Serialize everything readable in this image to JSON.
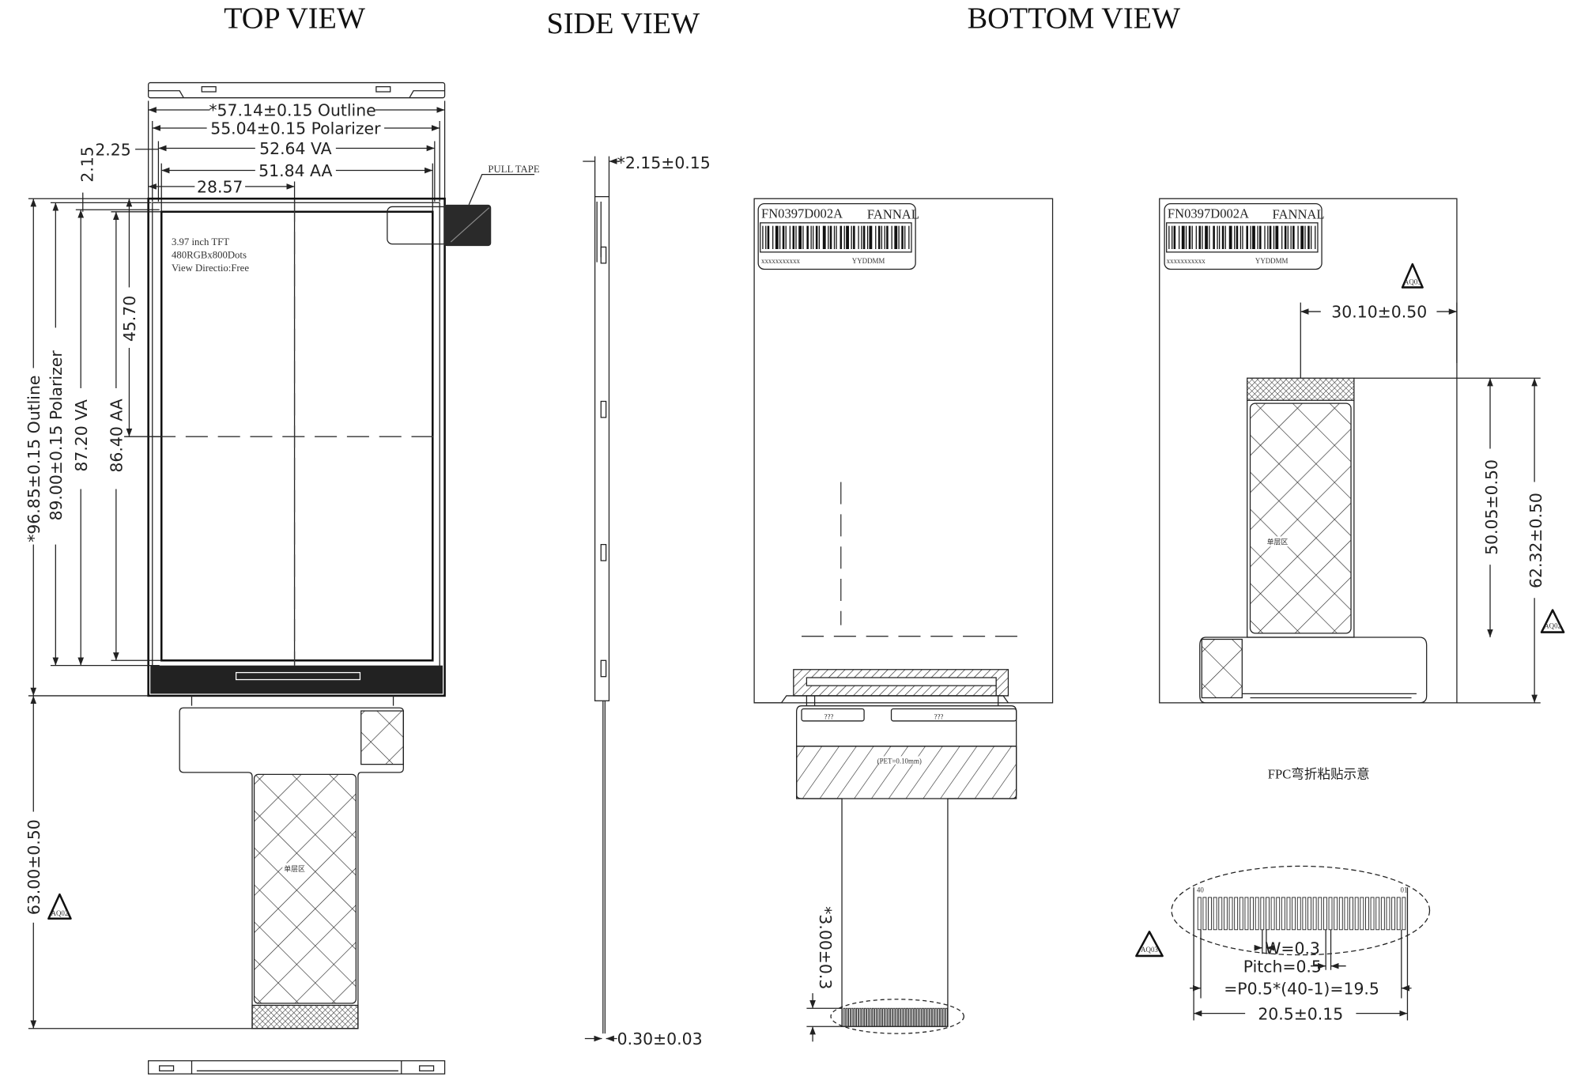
{
  "titles": {
    "top": "TOP VIEW",
    "side": "SIDE VIEW",
    "bottom": "BOTTOM VIEW"
  },
  "top_view": {
    "outline_w": "*57.14±0.15 Outline",
    "polarizer_w": "55.04±0.15 Polarizer",
    "va_w": "52.64 VA",
    "aa_w": "51.84 AA",
    "center_x": "28.57",
    "offset_x": "2.25",
    "offset_y": "2.15",
    "outline_h": "*96.85±0.15 Outline",
    "polarizer_h": "89.00±0.15 Polarizer",
    "va_h": "87.20 VA",
    "aa_h": "86.40 AA",
    "center_y": "45.70",
    "fpc_h": "63.00±0.50",
    "pull_tape": "PULL TAPE",
    "spec_lines": [
      "3.97 inch TFT",
      "480RGBx800Dots",
      "View Directio:Free"
    ],
    "single_layer": "单层区",
    "marker": "AQ02"
  },
  "side_view": {
    "thickness": "*2.15±0.15",
    "fpc_thickness": "0.30±0.03"
  },
  "bottom_view": {
    "label": {
      "part_no": "FN0397D002A",
      "brand": "FANNAL",
      "serial": "xxxxxxxxxxx",
      "date": "YYDDMM"
    },
    "component_labels": [
      "???",
      "???"
    ],
    "stiffener_note": "(PET=0.10mm)",
    "fpc_tail_len": "*3.00±0.3",
    "fold_width": "30.10±0.50",
    "fold_h1": "50.05±0.50",
    "fold_h2": "62.32±0.50",
    "marker_a": "AQ03",
    "marker_b": "AQ02",
    "single_layer": "单层区",
    "fold_caption": "FPC弯折粘贴示意"
  },
  "pin_detail": {
    "pin_count": 40,
    "first_pin": "40",
    "last_pin": "01",
    "width": "W=0.3",
    "pitch": "Pitch=0.5",
    "span": "=P0.5*(40-1)=19.5",
    "total": "20.5±0.15",
    "marker": "AQ03"
  }
}
